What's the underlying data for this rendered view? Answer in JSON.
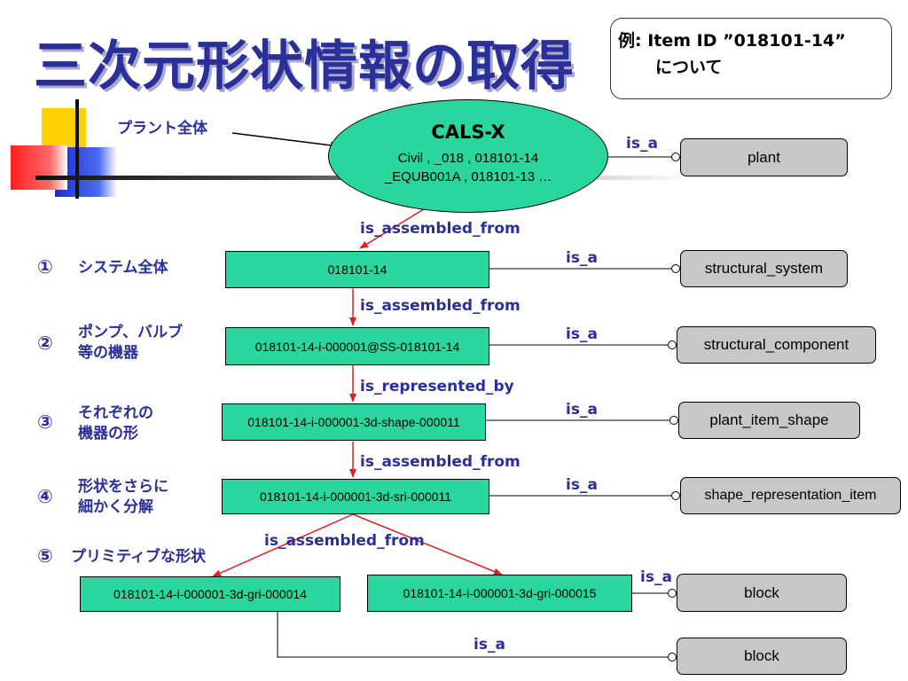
{
  "title": "三次元形状情報の取得",
  "example": {
    "line1": "例: Item ID ”018101-14”",
    "line2": "について"
  },
  "plant_label": "プラント全体",
  "root": {
    "title": "CALS-X",
    "line1": "Civil , _018 , 018101-14",
    "line2": "_EQUB001A , 018101-13 …"
  },
  "steps": [
    {
      "num": "①",
      "text": "システム全体"
    },
    {
      "num": "②",
      "text": "ポンプ、バルブ\n等の機器"
    },
    {
      "num": "③",
      "text": "それぞれの\n機器の形"
    },
    {
      "num": "④",
      "text": "形状をさらに\n細かく分解"
    },
    {
      "num": "⑤",
      "text": "プリミティブな形状"
    }
  ],
  "nodes": {
    "system": "018101-14",
    "component": "018101-14-i-000001@SS-018101-14",
    "shape": "018101-14-i-000001-3d-shape-000011",
    "sri": "018101-14-i-000001-3d-sri-000011",
    "gri14": "018101-14-i-000001-3d-gri-000014",
    "gri15": "018101-14-i-000001-3d-gri-000015"
  },
  "classes": {
    "plant": "plant",
    "structural_system": "structural_system",
    "structural_component": "structural_component",
    "plant_item_shape": "plant_item_shape",
    "shape_representation_item": "shape_representation_item",
    "block1": "block",
    "block2": "block"
  },
  "relations": {
    "is_a": "is_a",
    "assembled_1": "is_assembled_from",
    "assembled_2": "is_assembled_from",
    "represented": "is_represented_by",
    "assembled_3": "is_assembled_from",
    "assembled_4": "is_assembled_from"
  },
  "colors": {
    "title": "#2b2f9a",
    "node_fill": "#2bd59e",
    "class_fill": "#c8c8c8",
    "arrow_red": "#e02020",
    "relation_text": "#2b2f9a"
  }
}
